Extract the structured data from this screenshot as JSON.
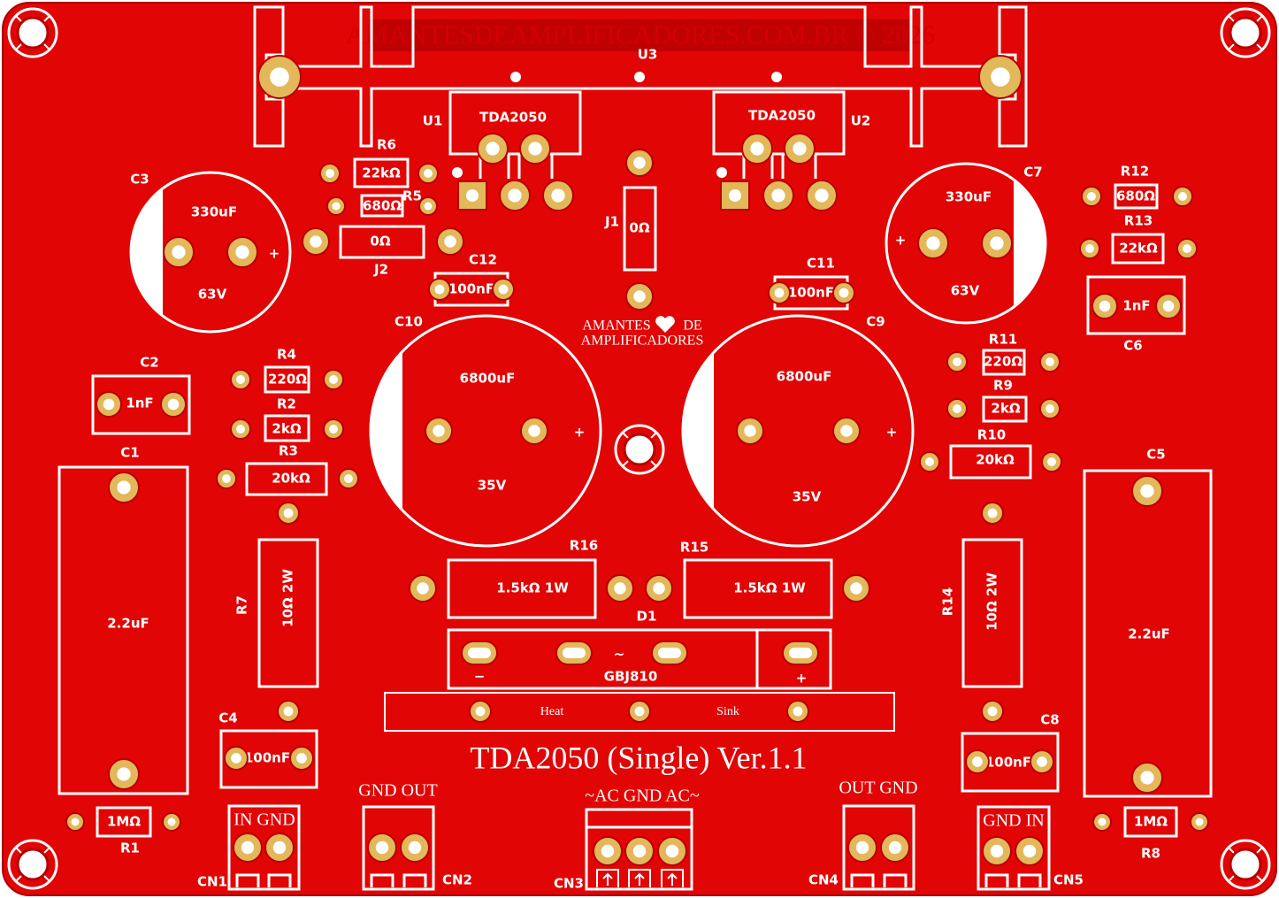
{
  "board": {
    "watermark": "AMANTESDEAMPLIFICADORES.COM.BR © 2026",
    "title": "TDA2050 (Single) Ver.1.1",
    "logo": {
      "line1": "AMANTES",
      "line1b": "DE",
      "line2": "AMPLIFICADORES"
    },
    "colors": {
      "board": "#e10505",
      "pad": "#e2b85a",
      "silk": "#ffffff",
      "watermark_bg": "#b00000"
    }
  },
  "components": {
    "U3": "U3",
    "U1": "U1",
    "U2": "U2",
    "U1_val": "TDA2050",
    "U2_val": "TDA2050",
    "R6": "R6",
    "R6_val": "22kΩ",
    "R5": "R5",
    "R5_val": "680Ω",
    "J2": "J2",
    "J2_val": "0Ω",
    "J1": "J1",
    "J1_val": "0Ω",
    "C3": "C3",
    "C3_val": "330uF",
    "C3_v": "63V",
    "C7": "C7",
    "C7_val": "330uF",
    "C7_v": "63V",
    "C12": "C12",
    "C12_val": "100nF",
    "C11": "C11",
    "C11_val": "100nF",
    "R12": "R12",
    "R12_val": "680Ω",
    "R13": "R13",
    "R13_val": "22kΩ",
    "C6": "C6",
    "C6_val": "1nF",
    "C2": "C2",
    "C2_val": "1nF",
    "C10": "C10",
    "C10_val": "6800uF",
    "C10_v": "35V",
    "C9": "C9",
    "C9_val": "6800uF",
    "C9_v": "35V",
    "R4": "R4",
    "R4_val": "220Ω",
    "R2": "R2",
    "R2_val": "2kΩ",
    "R3": "R3",
    "R3_val": "20kΩ",
    "R11": "R11",
    "R11_val": "220Ω",
    "R9": "R9",
    "R9_val": "2kΩ",
    "R10": "R10",
    "R10_val": "20kΩ",
    "C1": "C1",
    "C1_val": "2.2uF",
    "C5": "C5",
    "C5_val": "2.2uF",
    "R7": "R7",
    "R7_val": "10Ω 2W",
    "R14": "R14",
    "R14_val": "10Ω 2W",
    "R16": "R16",
    "R16_val": "1.5kΩ 1W",
    "R15": "R15",
    "R15_val": "1.5kΩ 1W",
    "D1": "D1",
    "D1_val": "GBJ810",
    "D1_minus": "−",
    "D1_plus": "+",
    "D1_ac": "~",
    "heatsink_left": "Heat",
    "heatsink_right": "Sink",
    "C4": "C4",
    "C4_val": "100nF",
    "C8": "C8",
    "C8_val": "100nF",
    "R1": "R1",
    "R1_val": "1MΩ",
    "R8": "R8",
    "R8_val": "1MΩ",
    "CN1": "CN1",
    "CN1_label": "IN GND",
    "CN2": "CN2",
    "CN2_label": "GND OUT",
    "CN3": "CN3",
    "CN3_label": "~AC GND AC~",
    "CN4": "CN4",
    "CN4_label": "OUT GND",
    "CN5": "CN5",
    "CN5_label": "GND IN",
    "plus": "+"
  }
}
